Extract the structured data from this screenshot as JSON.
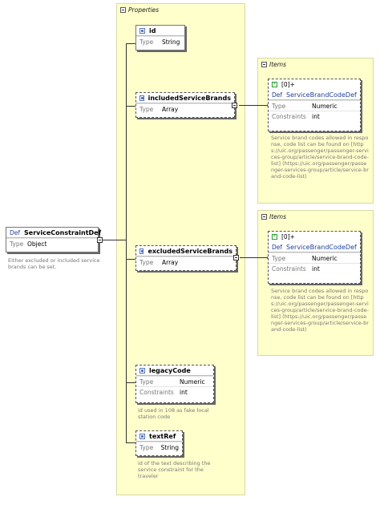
{
  "properties_panel": {
    "title": "Properties"
  },
  "root": {
    "kind": "Def",
    "name": "ServiceConstraintDef",
    "type_label": "Type",
    "type_value": "Object",
    "description": "Either excluded or included service brands can be set."
  },
  "id_node": {
    "name": "id",
    "type_label": "Type",
    "type_value": "String"
  },
  "included": {
    "name": "includedServiceBrands",
    "type_label": "Type",
    "type_value": "Array",
    "items_title": "Items",
    "item": {
      "index": "[0]+",
      "kind": "Def",
      "ref": "ServiceBrandCodeDef",
      "type_label": "Type",
      "type_value": "Numeric",
      "constraints_label": "Constraints",
      "constraints_value": "int"
    },
    "description": "Service brand codes allowed in response, code list can be found on [https://uic.org/passenger/passenger-services-group/article/service-brand-code-list] (https://uic.org/passenger/passenger-services-group/article/service-brand-code-list)"
  },
  "excluded": {
    "name": "excludedServiceBrands",
    "type_label": "Type",
    "type_value": "Array",
    "items_title": "Items",
    "item": {
      "index": "[0]+",
      "kind": "Def",
      "ref": "ServiceBrandCodeDef",
      "type_label": "Type",
      "type_value": "Numeric",
      "constraints_label": "Constraints",
      "constraints_value": "int"
    },
    "description": "Service brand codes allowed in response, code list can be found on [https://uic.org/passenger/passenger-services-group/article/service-brand-code-list] (https://uic.org/passenger/passenger-services-group/article/service-brand-code-list)"
  },
  "legacy": {
    "name": "legacyCode",
    "type_label": "Type",
    "type_value": "Numeric",
    "constraints_label": "Constraints",
    "constraints_value": "int",
    "description": "id used in 108 as fake local station code"
  },
  "textref": {
    "name": "textRef",
    "type_label": "Type",
    "type_value": "String",
    "description": "id of the text describing the service constraint for the traveler"
  }
}
